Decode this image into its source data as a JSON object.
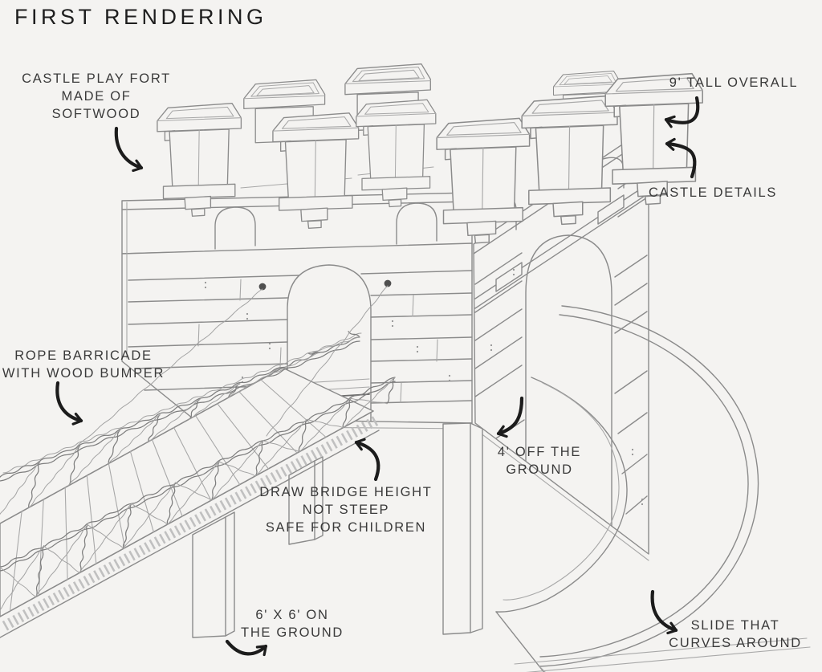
{
  "page": {
    "title": "FIRST RENDERING",
    "subject": "castle play fort pencil rendering",
    "colors": {
      "paper": "#f4f3f1",
      "pencil": "#8b8b8b",
      "ink": "#1c1c1c",
      "label_text": "#3a3a3a"
    }
  },
  "annotations": [
    {
      "id": "castle-play-fort",
      "lines": [
        "CASTLE PLAY FORT",
        "MADE OF",
        "SOFTWOOD"
      ]
    },
    {
      "id": "nine-tall",
      "lines": [
        "9' TALL OVERALL"
      ]
    },
    {
      "id": "castle-details",
      "lines": [
        "CASTLE DETAILS"
      ]
    },
    {
      "id": "rope-barricade",
      "lines": [
        "ROPE BARRICADE",
        "WITH WOOD BUMPER"
      ]
    },
    {
      "id": "draw-bridge",
      "lines": [
        "DRAW BRIDGE HEIGHT",
        "NOT STEEP",
        "SAFE FOR CHILDREN"
      ]
    },
    {
      "id": "four-off-ground",
      "lines": [
        "4' OFF THE",
        "GROUND"
      ]
    },
    {
      "id": "six-by-six",
      "lines": [
        "6' X 6' ON",
        "THE GROUND"
      ]
    },
    {
      "id": "slide",
      "lines": [
        "SLIDE THAT",
        "CURVES AROUND"
      ]
    }
  ],
  "sketch_parts": {
    "castle": "battlement posts, plank walls, arched windows, arched doorway",
    "drawbridge": "inclined ramp with rope barricade and wood bumper",
    "slide": "curved slide wrapping around right side",
    "posts": "three square support posts"
  }
}
